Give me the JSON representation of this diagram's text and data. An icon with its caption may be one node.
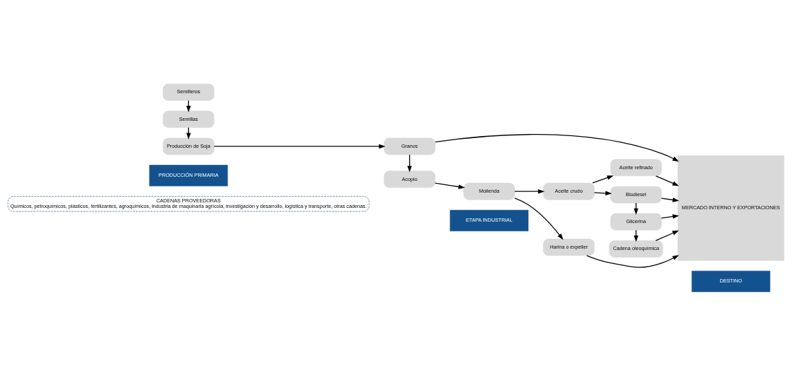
{
  "diagram": {
    "nodes": [
      {
        "text": [
          "CADENAS PROVEEDORAS",
          "Químicos, petroquímicos, plásticos, fertilizantes, agroquímicos, industria de maquinaria agrícola, investigación y desarrollo, logística y transporte, otras cadenas."
        ]
      },
      {
        "text": [
          "PRODUCCIÓN PRIMARIA"
        ]
      },
      {
        "text": [
          "ETAPA INDUSTRIAL"
        ]
      },
      {
        "text": [
          "DESTINO"
        ]
      },
      {
        "text": [
          "Semilleros"
        ]
      },
      {
        "text": [
          "Acopio"
        ]
      },
      {
        "text": [
          "Molienda"
        ]
      },
      {
        "text": [
          "Aceite refinado"
        ]
      },
      {
        "text": [
          "Semillas"
        ]
      },
      {
        "text": [
          "Aceite crudo"
        ]
      },
      {
        "text": [
          "Biodiesel"
        ]
      },
      {
        "text": [
          "MERCADO INTERNO Y EXPORTACIONES"
        ]
      },
      {
        "text": [
          "Producción de Soja"
        ]
      },
      {
        "text": [
          "Granos"
        ]
      },
      {
        "text": [
          "Harina o expeller"
        ]
      },
      {
        "text": [
          "Glicerina"
        ]
      },
      {
        "text": [
          "Cadena oleoquímica"
        ]
      }
    ],
    "edges": [
      {
        "from": 4,
        "to": 8,
        "arrow": "to"
      },
      {
        "from": 8,
        "to": 12,
        "arrow": "to"
      },
      {
        "from": 12,
        "to": 13,
        "arrow": "to"
      },
      {
        "from": 13,
        "to": 5,
        "arrow": "to"
      },
      {
        "from": 5,
        "to": 6,
        "arrow": "to"
      },
      {
        "from": 6,
        "to": 9,
        "arrow": "to"
      },
      {
        "from": 6,
        "to": 14,
        "arrow": "to"
      },
      {
        "from": 9,
        "to": 7,
        "arrow": "to"
      },
      {
        "from": 9,
        "to": 10,
        "arrow": "to"
      },
      {
        "from": 10,
        "to": 15,
        "arrow": "to"
      },
      {
        "from": 15,
        "to": 16,
        "arrow": "to"
      },
      {
        "from": 7,
        "to": 11,
        "arrow": "to"
      },
      {
        "from": 10,
        "to": 11,
        "arrow": "to"
      },
      {
        "from": 15,
        "to": 11,
        "arrow": "to"
      },
      {
        "from": 14,
        "to": 11,
        "arrow": "to"
      },
      {
        "from": 13,
        "to": 11,
        "arrow": "to"
      },
      {
        "from": 16,
        "to": 11,
        "arrow": "to"
      }
    ]
  }
}
